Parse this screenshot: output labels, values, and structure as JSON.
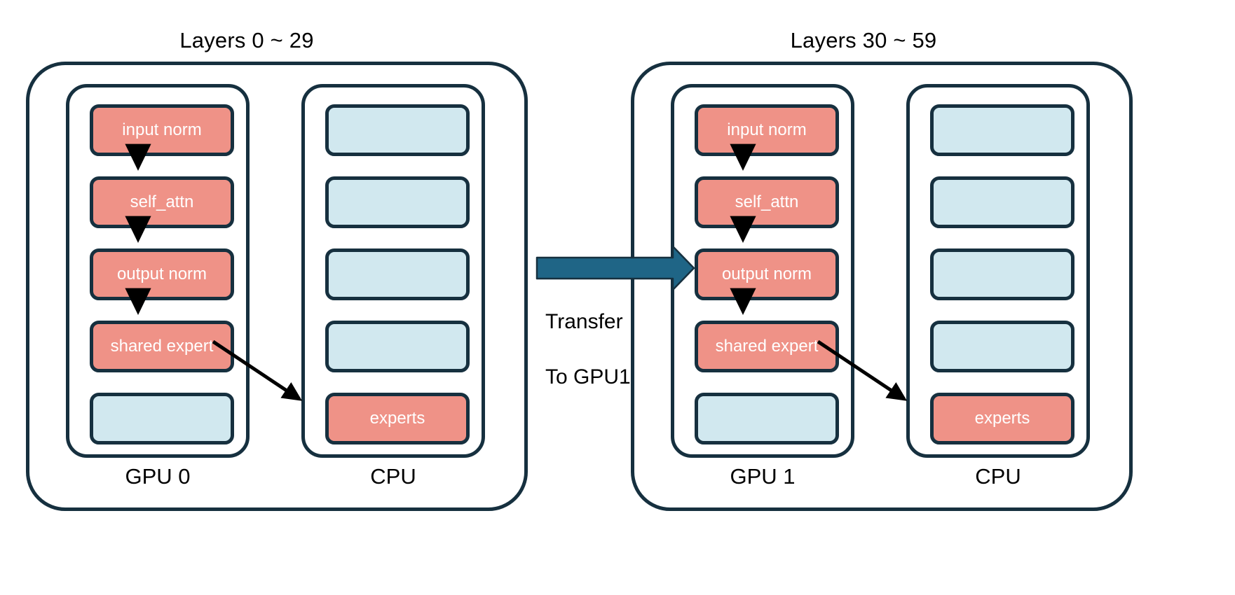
{
  "diagram": {
    "title_left": "Layers 0 ~ 29",
    "title_right": "Layers 30 ~ 59",
    "background": "#ffffff",
    "colors": {
      "border": "#16303f",
      "active_block": "#ef9287",
      "idle_block": "#d1e8ef",
      "transfer_arrow": "#1f6586",
      "flow_arrow": "#000000",
      "block_text": "#ffffff",
      "label_text": "#000000"
    }
  },
  "groups": [
    {
      "title": "Layers 0 ~ 29",
      "columns": [
        {
          "label": "GPU 0",
          "kind": "gpu",
          "blocks": [
            {
              "label": "input norm",
              "state": "active"
            },
            {
              "label": "self_attn",
              "state": "active"
            },
            {
              "label": "output norm",
              "state": "active"
            },
            {
              "label": "shared expert",
              "state": "active"
            },
            {
              "label": "",
              "state": "idle"
            }
          ]
        },
        {
          "label": "CPU",
          "kind": "cpu",
          "blocks": [
            {
              "label": "",
              "state": "idle"
            },
            {
              "label": "",
              "state": "idle"
            },
            {
              "label": "",
              "state": "idle"
            },
            {
              "label": "",
              "state": "idle"
            },
            {
              "label": "experts",
              "state": "active"
            }
          ]
        }
      ]
    },
    {
      "title": "Layers 30 ~ 59",
      "columns": [
        {
          "label": "GPU 1",
          "kind": "gpu",
          "blocks": [
            {
              "label": "input norm",
              "state": "active"
            },
            {
              "label": "self_attn",
              "state": "active"
            },
            {
              "label": "output norm",
              "state": "active"
            },
            {
              "label": "shared expert",
              "state": "active"
            },
            {
              "label": "",
              "state": "idle"
            }
          ]
        },
        {
          "label": "CPU",
          "kind": "cpu",
          "blocks": [
            {
              "label": "",
              "state": "idle"
            },
            {
              "label": "",
              "state": "idle"
            },
            {
              "label": "",
              "state": "idle"
            },
            {
              "label": "",
              "state": "idle"
            },
            {
              "label": "experts",
              "state": "active"
            }
          ]
        }
      ]
    }
  ],
  "transfer": {
    "caption": "Transfer\nTo GPU1",
    "caption_line1": "Transfer",
    "caption_line2": "To GPU1",
    "direction": "left-to-right",
    "from": "GPU 0",
    "to": "GPU 1"
  }
}
